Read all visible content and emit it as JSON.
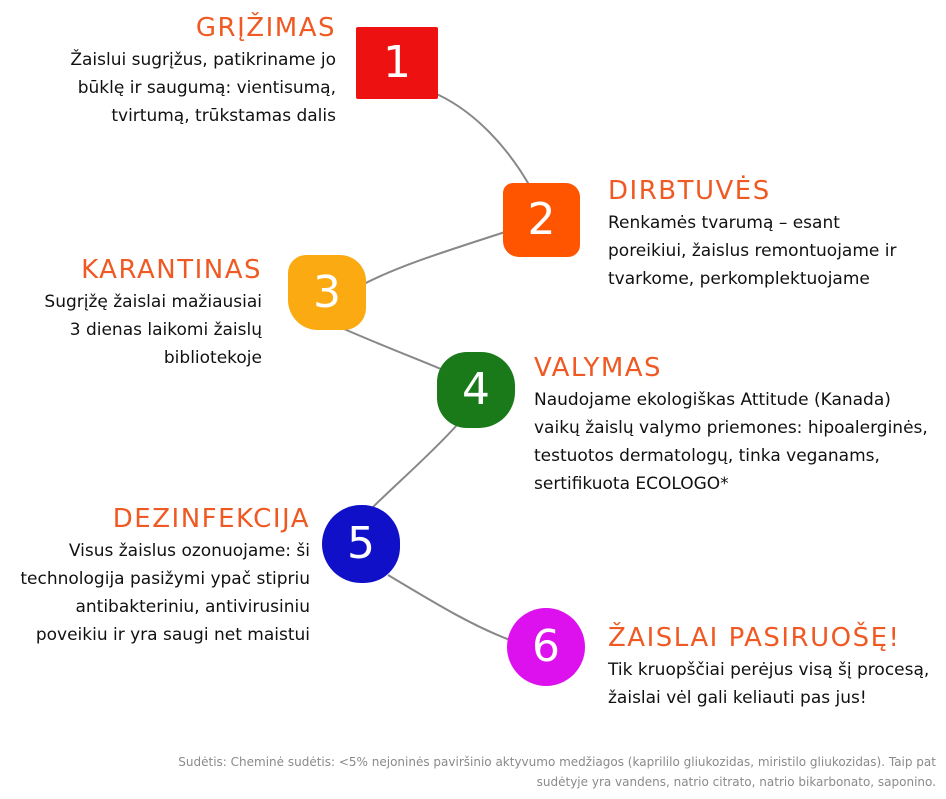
{
  "colors": {
    "heading": "#ef5a24",
    "connector": "#888888",
    "step1": "#ee1111",
    "step2": "#ff5500",
    "step3": "#fbaa12",
    "step4": "#1a7a1a",
    "step5": "#1010c8",
    "step6": "#dd10ee"
  },
  "steps": [
    {
      "number": "1",
      "title": "GRĮŽIMAS",
      "lines": [
        "Žaislui sugrįžus, patikriname jo",
        "būklę ir saugumą: vientisumą,",
        "tvirtumą, trūkstamas dalis"
      ]
    },
    {
      "number": "2",
      "title": "DIRBTUVĖS",
      "lines": [
        "Renkamės tvarumą – esant",
        "poreikiui, žaislus remontuojame ir",
        "tvarkome, perkomplektuojame"
      ]
    },
    {
      "number": "3",
      "title": "KARANTINAS",
      "lines": [
        "Sugrįžę žaislai mažiausiai",
        "3 dienas laikomi žaislų",
        "bibliotekoje"
      ]
    },
    {
      "number": "4",
      "title": "VALYMAS",
      "lines": [
        "Naudojame ekologiškas Attitude (Kanada)",
        "vaikų žaislų valymo priemones: hipoalerginės,",
        "testuotos dermatologų, tinka veganams,",
        "sertifikuota ECOLOGO*"
      ]
    },
    {
      "number": "5",
      "title": "DEZINFEKCIJA",
      "lines": [
        "Visus žaislus ozonuojame: ši",
        "technologija pasižymi ypač stipriu",
        "antibakteriniu, antivirusiniu",
        "poveikiu ir yra saugi net maistui"
      ]
    },
    {
      "number": "6",
      "title": "ŽAISLAI PASIRUOŠĘ!",
      "lines": [
        "Tik kruopščiai perėjus visą šį procesą,",
        "žaislai vėl gali keliauti pas jus!"
      ]
    }
  ],
  "footnote": {
    "line1": "Sudėtis: Cheminė sudėtis: <5% nejoninės paviršinio aktyvumo medžiagos (kaprililo gliukozidas, miristilo gliukozidas). Taip pat",
    "line2": "sudėtyje yra vandens, natrio citrato, natrio bikarbonato, saponino."
  }
}
